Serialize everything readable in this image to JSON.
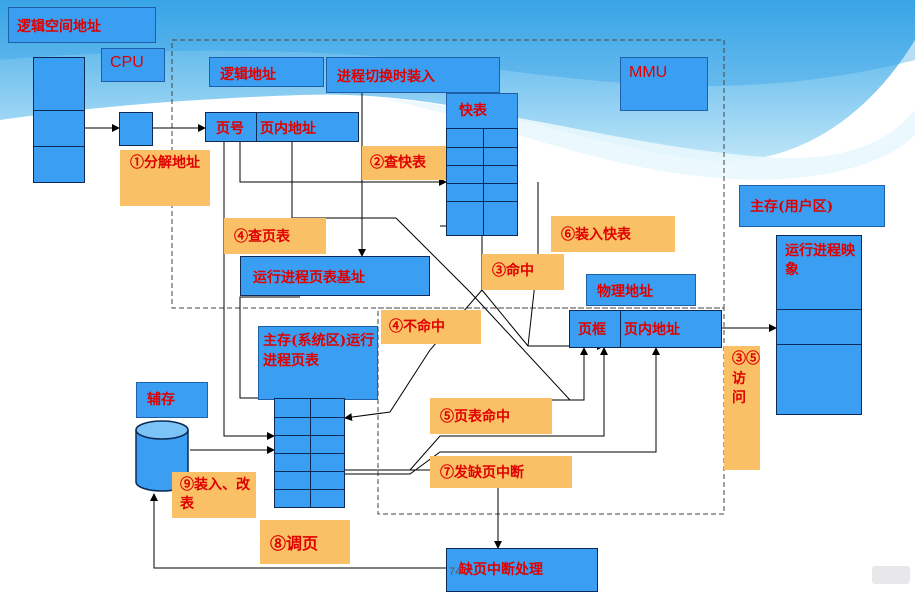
{
  "labels": {
    "logical_space": "逻辑空间地址",
    "cpu": "CPU",
    "logical_addr": "逻辑地址",
    "switch_load": "进程切换时装入",
    "mmu": "MMU",
    "page_no": "页号",
    "page_offset": "页内地址",
    "tlb": "快表",
    "step1": "①分解地址",
    "step2": "②查快表",
    "step4_lookup": "④查页表",
    "step6": "⑥装入快表",
    "step3_hit": "③命中",
    "pt_base": "运行进程页表基址",
    "step4_miss": "④不命中",
    "phys_addr": "物理地址",
    "frame": "页框",
    "frame_offset": "页内地址",
    "main_mem_user": "主存(用户区)",
    "proc_image": "运行进程映象",
    "main_mem_sys": "主存(系统区)运行进程页表",
    "aux": "辅存",
    "step5_pt_hit": "⑤页表命中",
    "step35_access": "③⑤访问",
    "step7": "⑦发缺页中断",
    "step9": "⑨装入、改表",
    "step8": "⑧调页",
    "fault_handler": "缺页中断处理",
    "page_number": "74"
  },
  "colors": {
    "box_fill": "#3a9ff2",
    "label_fill": "#fac065",
    "text_red": "#e00000"
  }
}
